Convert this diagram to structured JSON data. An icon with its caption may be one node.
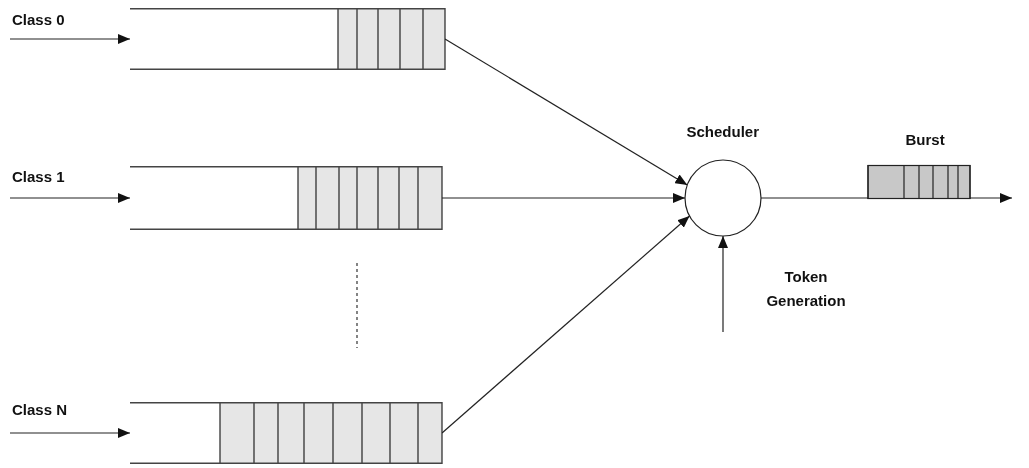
{
  "diagram": {
    "nodes": [
      {
        "text": [],
        "shape": "box"
      },
      {
        "text": [],
        "shape": "box"
      },
      {
        "text": [],
        "shape": "box"
      },
      {
        "text": [
          "Scheduler"
        ]
      },
      {
        "text": [
          "Burst"
        ]
      }
    ],
    "edges": [
      {
        "from": null,
        "to": 0,
        "arrow": "to",
        "label": "Class 0"
      },
      {
        "from": null,
        "to": 1,
        "arrow": "to",
        "label": "Class 1"
      },
      {
        "from": null,
        "to": 2,
        "arrow": "to",
        "label": "Class N"
      },
      {
        "from": 0,
        "to": 3,
        "arrow": "to"
      },
      {
        "from": 1,
        "to": 3,
        "arrow": "to"
      },
      {
        "from": 2,
        "to": 3,
        "arrow": "to"
      },
      {
        "from": null,
        "to": 3,
        "arrow": "to",
        "label": "Token Generation"
      },
      {
        "from": 3,
        "to": 4,
        "arrow": "none"
      },
      {
        "from": 4,
        "to": null,
        "arrow": "to"
      }
    ]
  }
}
